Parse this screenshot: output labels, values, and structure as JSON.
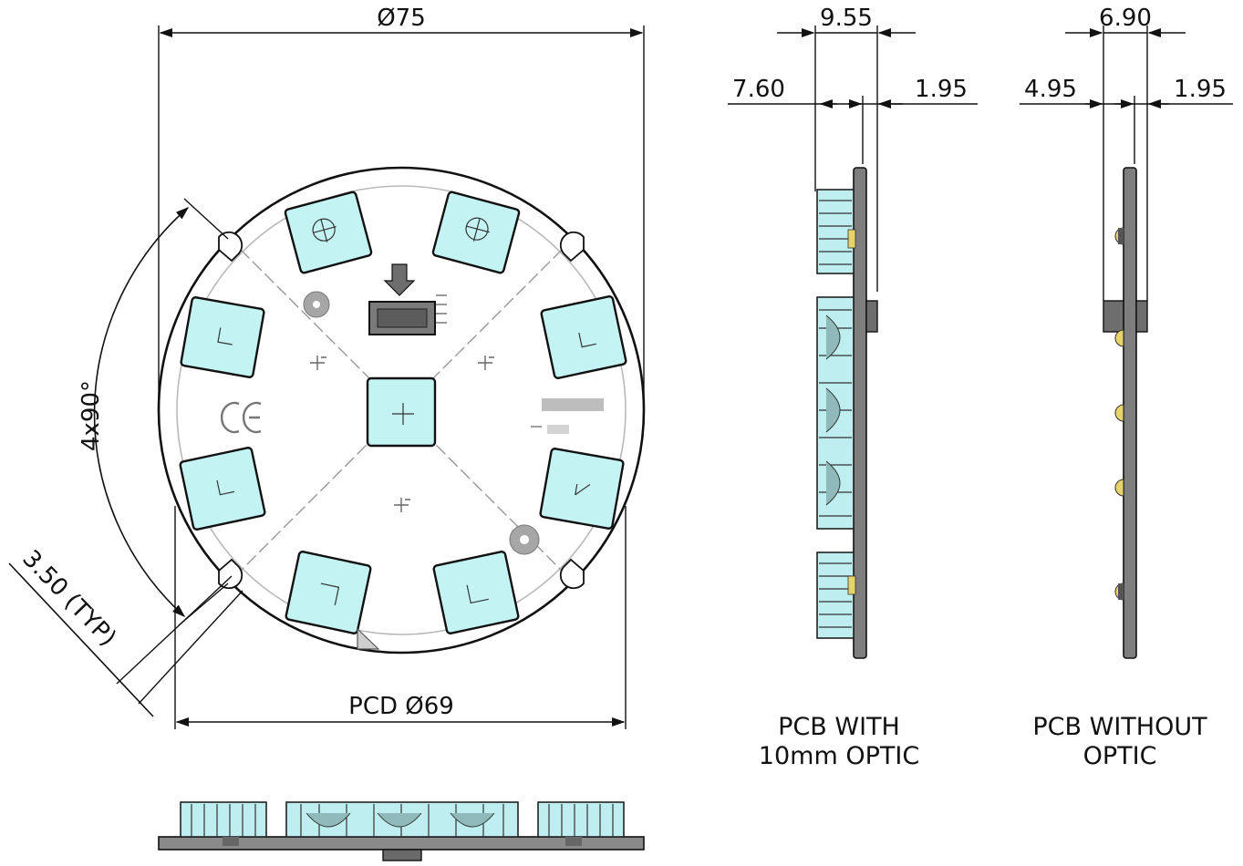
{
  "dimensions": {
    "diameter_label": "Ø75",
    "pcd_label": "PCD Ø69",
    "angle_label": "4x90°",
    "slot_label": "3.50 (TYP)",
    "optic_overall": "9.55",
    "optic_left": "7.60",
    "optic_right": "1.95",
    "bare_overall": "6.90",
    "bare_left": "4.95",
    "bare_right": "1.95"
  },
  "captions": {
    "with_optic_line1": "PCB WITH",
    "with_optic_line2": "10mm OPTIC",
    "without_optic_line1": "PCB WITHOUT",
    "without_optic_line2": "OPTIC"
  },
  "colors": {
    "led_fill": "#c4f3f3",
    "pcb_grey": "#7e7e7e"
  }
}
